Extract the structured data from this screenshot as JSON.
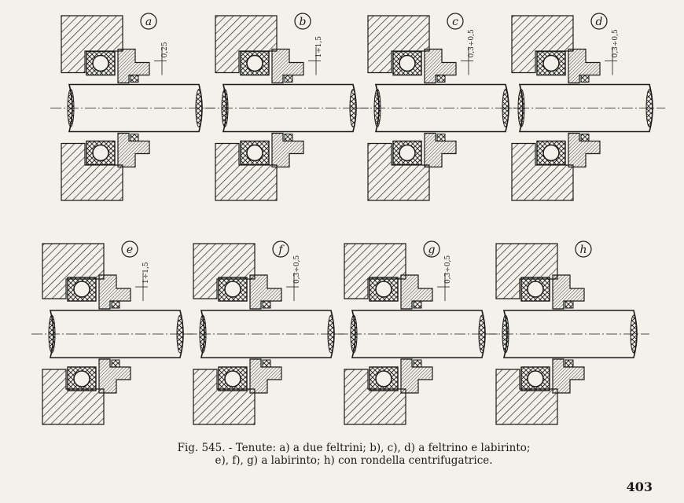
{
  "figure": {
    "panels": [
      {
        "letter": "a",
        "dim": "0,25"
      },
      {
        "letter": "b",
        "dim": "1÷1,5"
      },
      {
        "letter": "c",
        "dim": "0,3÷0,5"
      },
      {
        "letter": "d",
        "dim": "0,3÷0,5"
      },
      {
        "letter": "e",
        "dim": "1÷1,5"
      },
      {
        "letter": "f",
        "dim": "0,3÷0,5"
      },
      {
        "letter": "g",
        "dim": "0,3÷0,5"
      },
      {
        "letter": "h",
        "dim": ""
      }
    ]
  },
  "caption": {
    "line1": "Fig. 545. - Tenute: a) a due feltrini; b), c), d) a feltrino e labirinto;",
    "line2": "e), f), g) a labirinto; h) con rondella centrifugatrice."
  },
  "page_number": "403",
  "colors": {
    "ink": "#1a1a1a",
    "paper": "#f3f1ea"
  }
}
